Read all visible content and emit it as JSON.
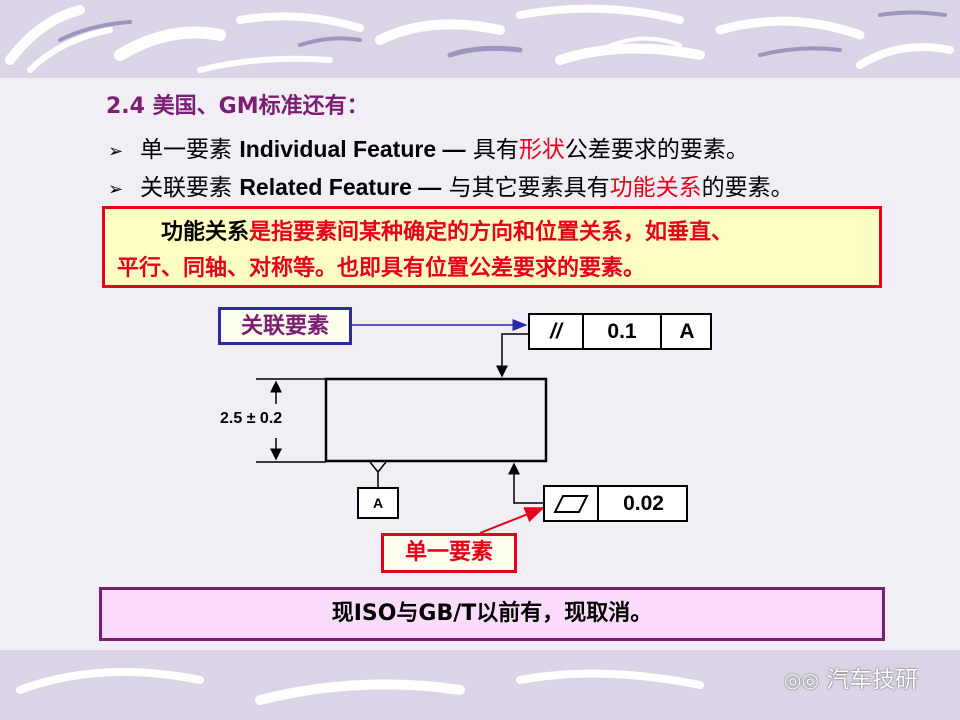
{
  "heading": "2.4  美国、GM标准还有：",
  "bullets": [
    {
      "prefix": "单一要素 ",
      "en": "Individual Feature —",
      "mid": " 具有",
      "highlight": "形状",
      "suffix": "公差要求的要素。"
    },
    {
      "prefix": "关联要素 ",
      "en": "Related Feature —",
      "mid": " 与其它要素具有",
      "highlight": "功能关系",
      "suffix": "的要素。"
    }
  ],
  "red_box": {
    "lead": "功能关系",
    "text1": "是指要素间某种确定的方向和位置关系，如垂直、",
    "text2": "平行、同轴、对称等。也即具有位置公差要求的要素。"
  },
  "labels": {
    "related": "关联要素",
    "single": "单一要素"
  },
  "parallel_frame": {
    "symbol": "//",
    "tolerance": "0.1",
    "datum": "A"
  },
  "flatness_frame": {
    "tolerance": "0.02"
  },
  "dimension": "2.5 ± 0.2",
  "datum_label": "A",
  "bottom_note": "现ISO与GB/T以前有，现取消。",
  "watermark": "汽车技研",
  "colors": {
    "purple": "#7a1d73",
    "red": "#e8001a",
    "blue": "#2a2aa5",
    "yellow": "#ffffc4",
    "pink": "#fcdcfc"
  }
}
